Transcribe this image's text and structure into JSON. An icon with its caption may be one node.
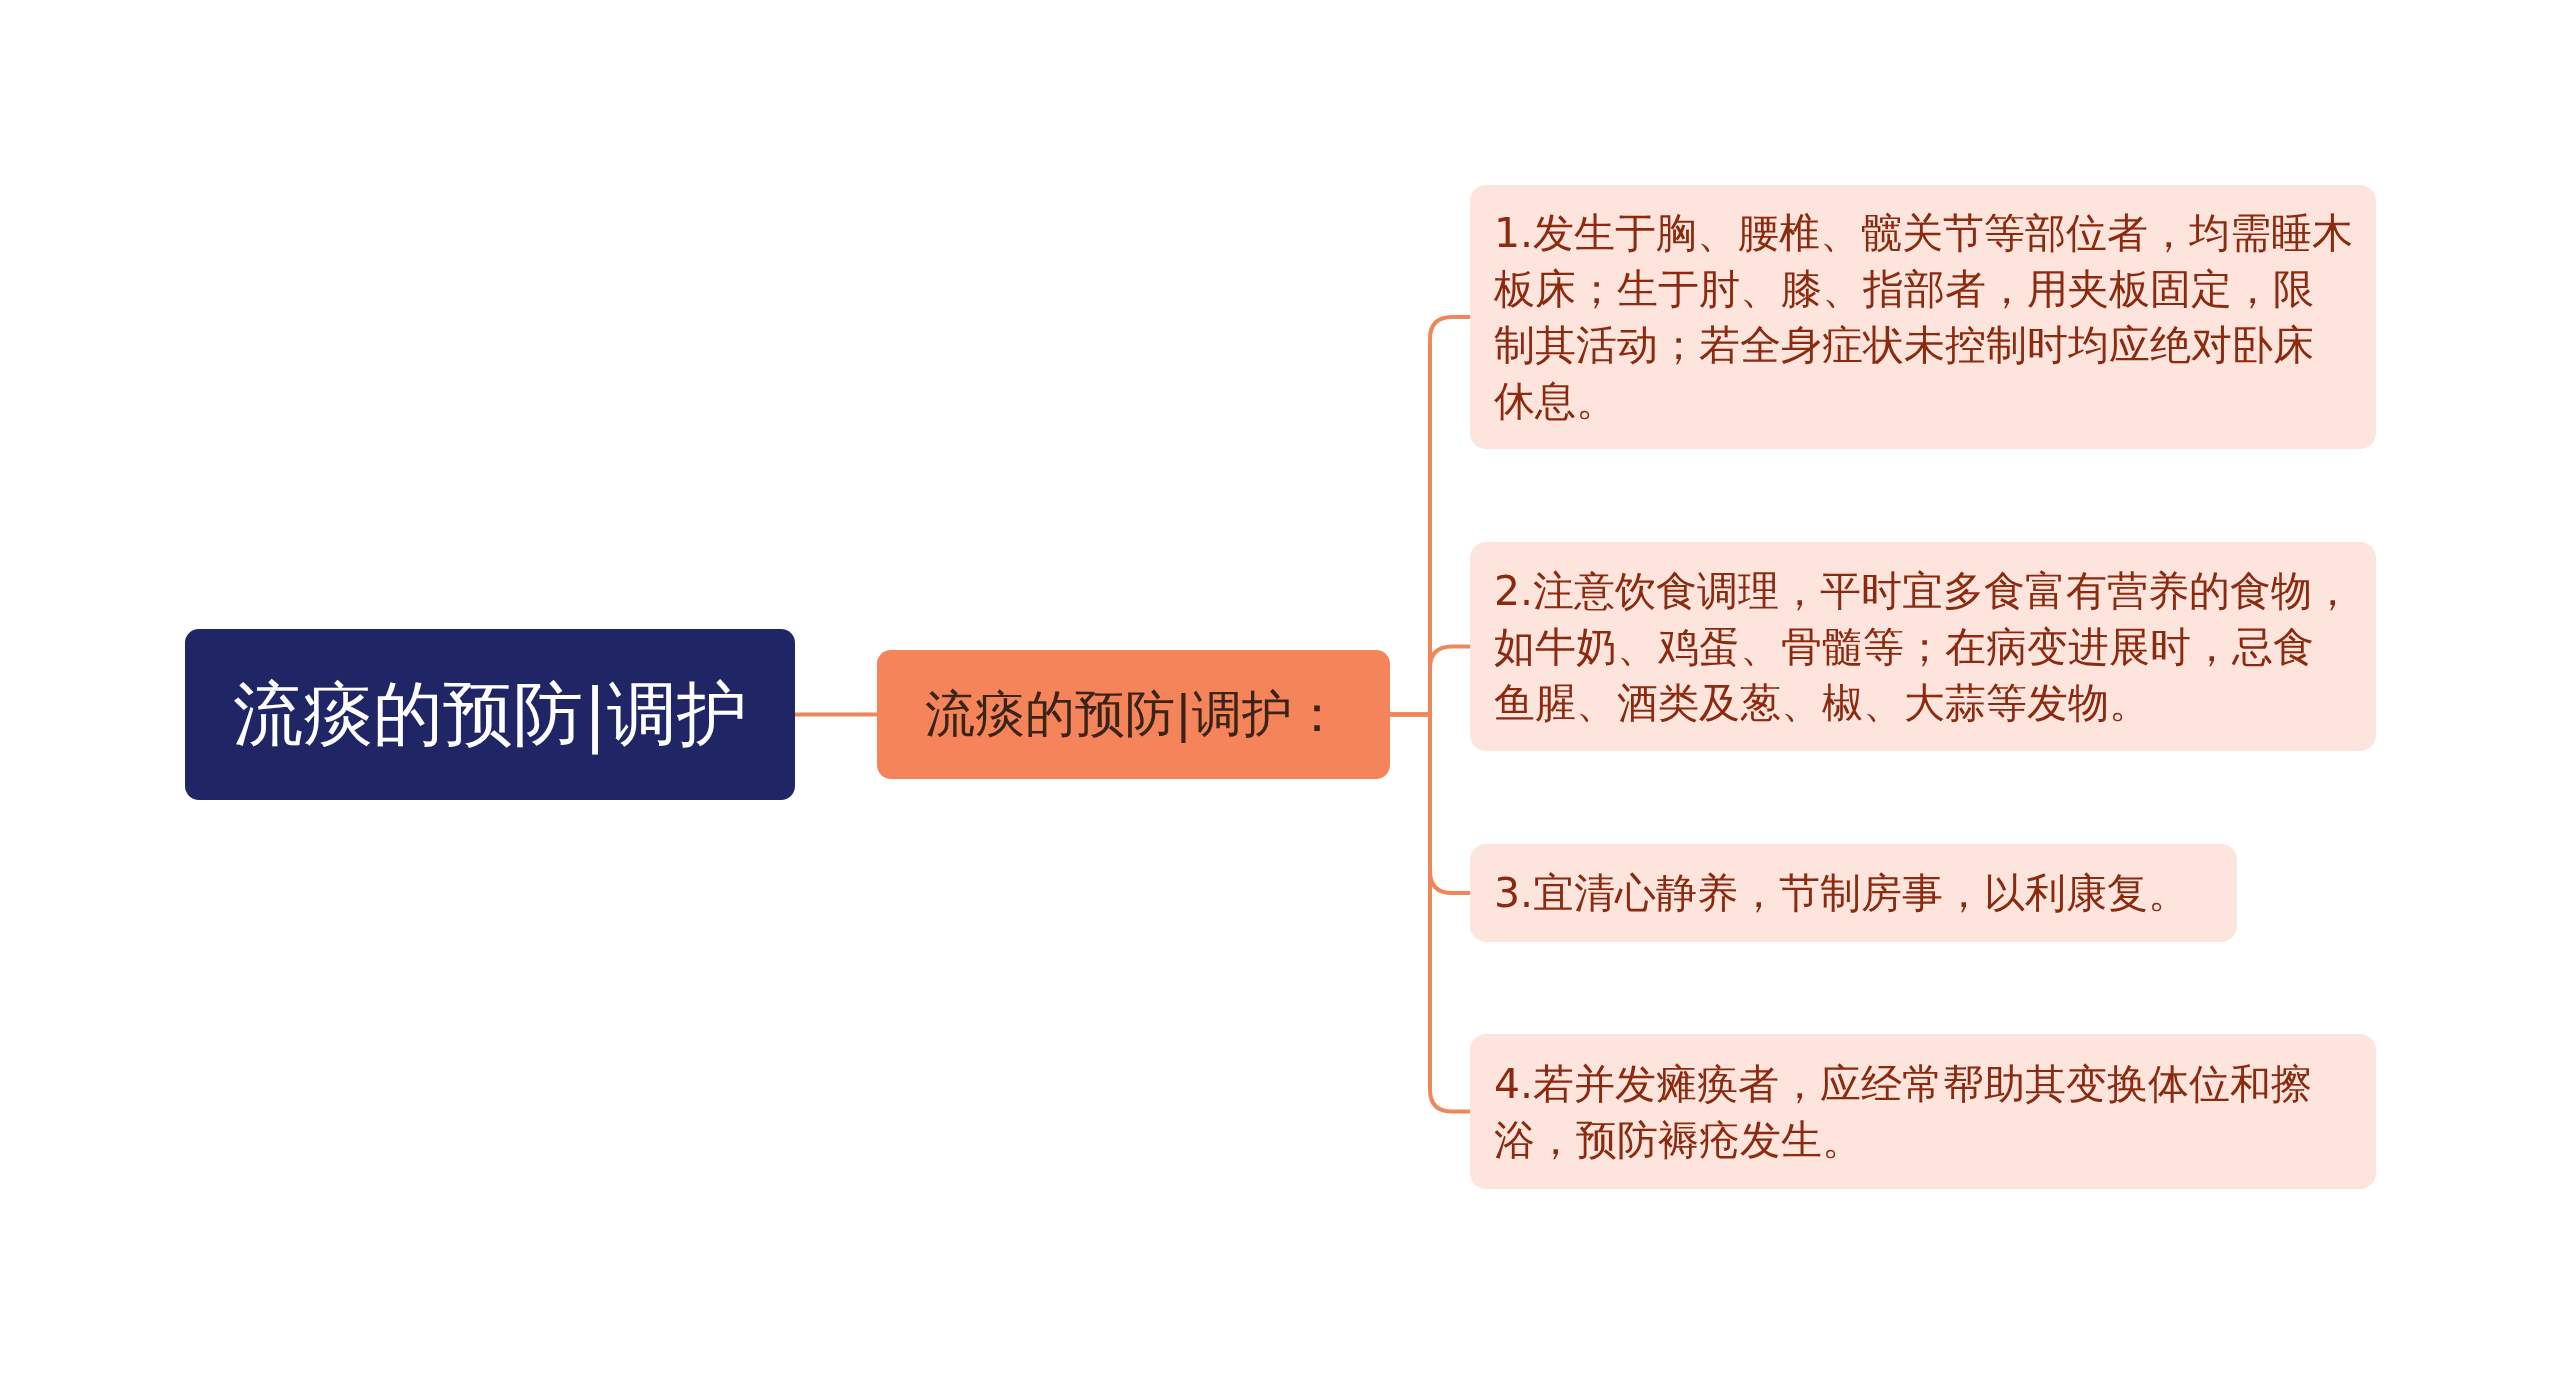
{
  "diagram": {
    "nodes": [
      {
        "text": [
          "流痰的预防|调护"
        ]
      },
      {
        "text": [
          "流痰的预防|调护："
        ]
      },
      {
        "text": [
          "1.发生于胸、腰椎、髋关节等部位者，均需睡木板床；生于肘、膝、指部者，用夹板固定，限制其活动；若全身症状未控制时均应绝对卧床休息。"
        ]
      },
      {
        "text": [
          "2.注意饮食调理，平时宜多食富有营养的食物，如牛奶、鸡蛋、骨髓等；在病变进展时，忌食鱼腥、酒类及葱、椒、大蒜等发物。"
        ]
      },
      {
        "text": [
          "3.宜清心静养，节制房事，以利康复。"
        ]
      },
      {
        "text": [
          "4.若并发瘫痪者，应经常帮助其变换体位和擦浴，预防褥疮发生。"
        ]
      }
    ],
    "edges": [
      {
        "from": 0,
        "to": 1,
        "arrow": "none"
      },
      {
        "from": 1,
        "to": 2,
        "arrow": "none"
      },
      {
        "from": 1,
        "to": 3,
        "arrow": "none"
      },
      {
        "from": 1,
        "to": 4,
        "arrow": "none"
      },
      {
        "from": 1,
        "to": 5,
        "arrow": "none"
      }
    ]
  }
}
